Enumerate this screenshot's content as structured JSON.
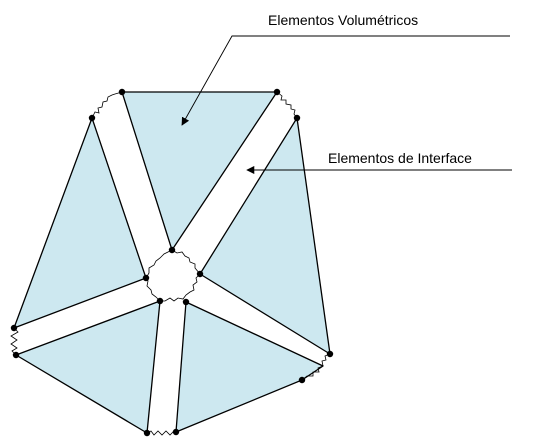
{
  "labels": {
    "volume_elements": "Elementos Volumétricos",
    "interface_elements": "Elementos de Interface"
  },
  "colors": {
    "element_fill": "#cde8f0",
    "stroke": "#000000",
    "background": "#ffffff"
  },
  "icons": {
    "leader_arrowhead": "arrow-icon",
    "node_marker": "filled-circle"
  }
}
